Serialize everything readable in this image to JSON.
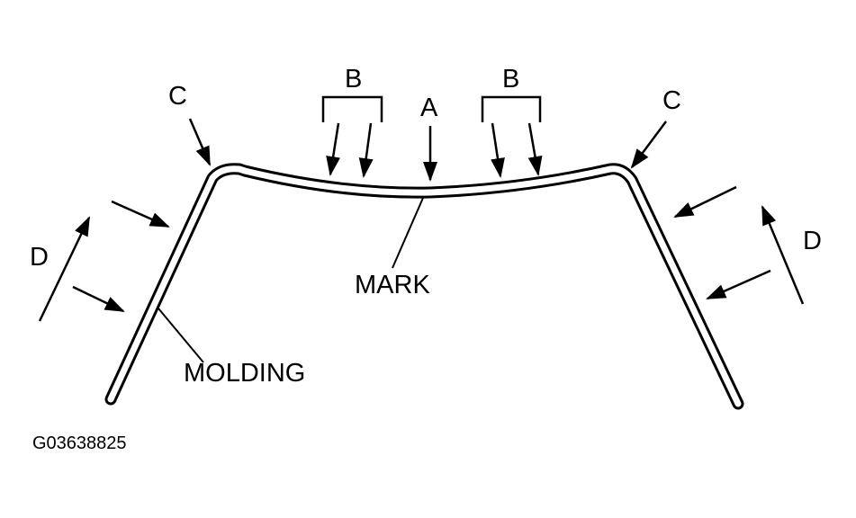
{
  "labels": {
    "a": "A",
    "b": "B",
    "c": "C",
    "d": "D",
    "mark": "MARK",
    "molding": "MOLDING"
  },
  "figure_code": "G03638825",
  "colors": {
    "ink": "#000000",
    "background": "#ffffff"
  }
}
